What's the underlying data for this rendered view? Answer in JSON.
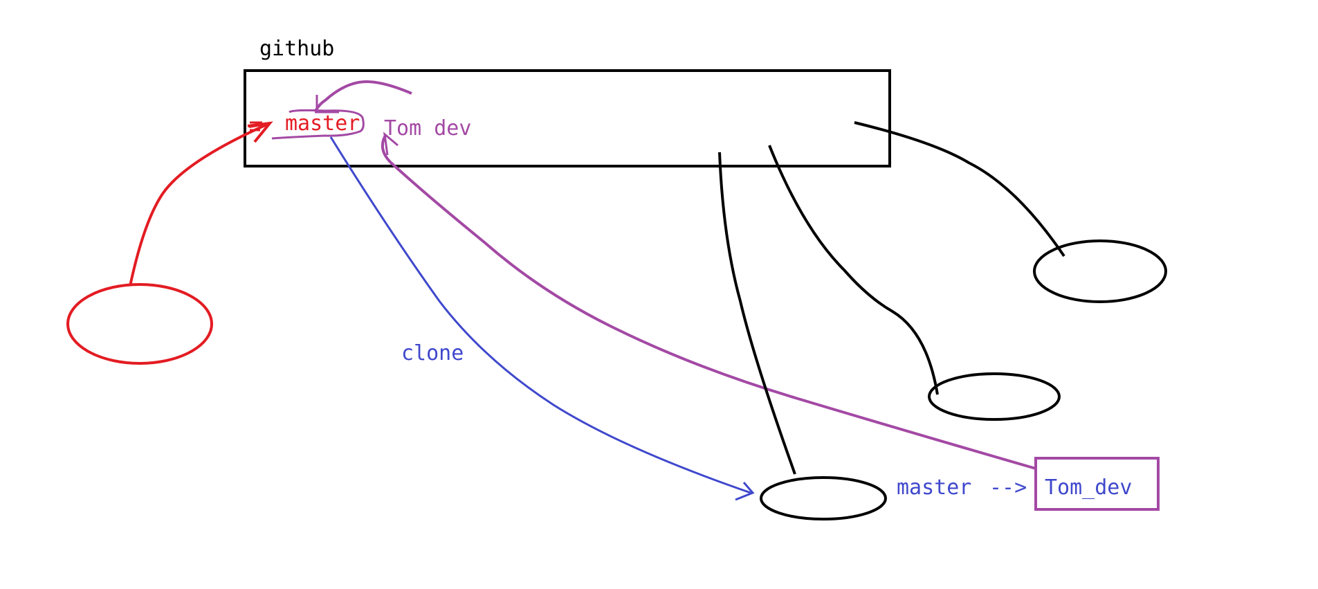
{
  "diagram": {
    "labels": {
      "github": "github",
      "master": "master",
      "tom_dev": "Tom dev",
      "clone": "clone",
      "local_master": "master",
      "arrow": "-->",
      "tom_dev_branch": "Tom_dev"
    },
    "colors": {
      "black": "#000000",
      "red": "#e31c23",
      "blue": "#3f48cc",
      "purple": "#a349a4",
      "background": "#ffffff"
    }
  }
}
